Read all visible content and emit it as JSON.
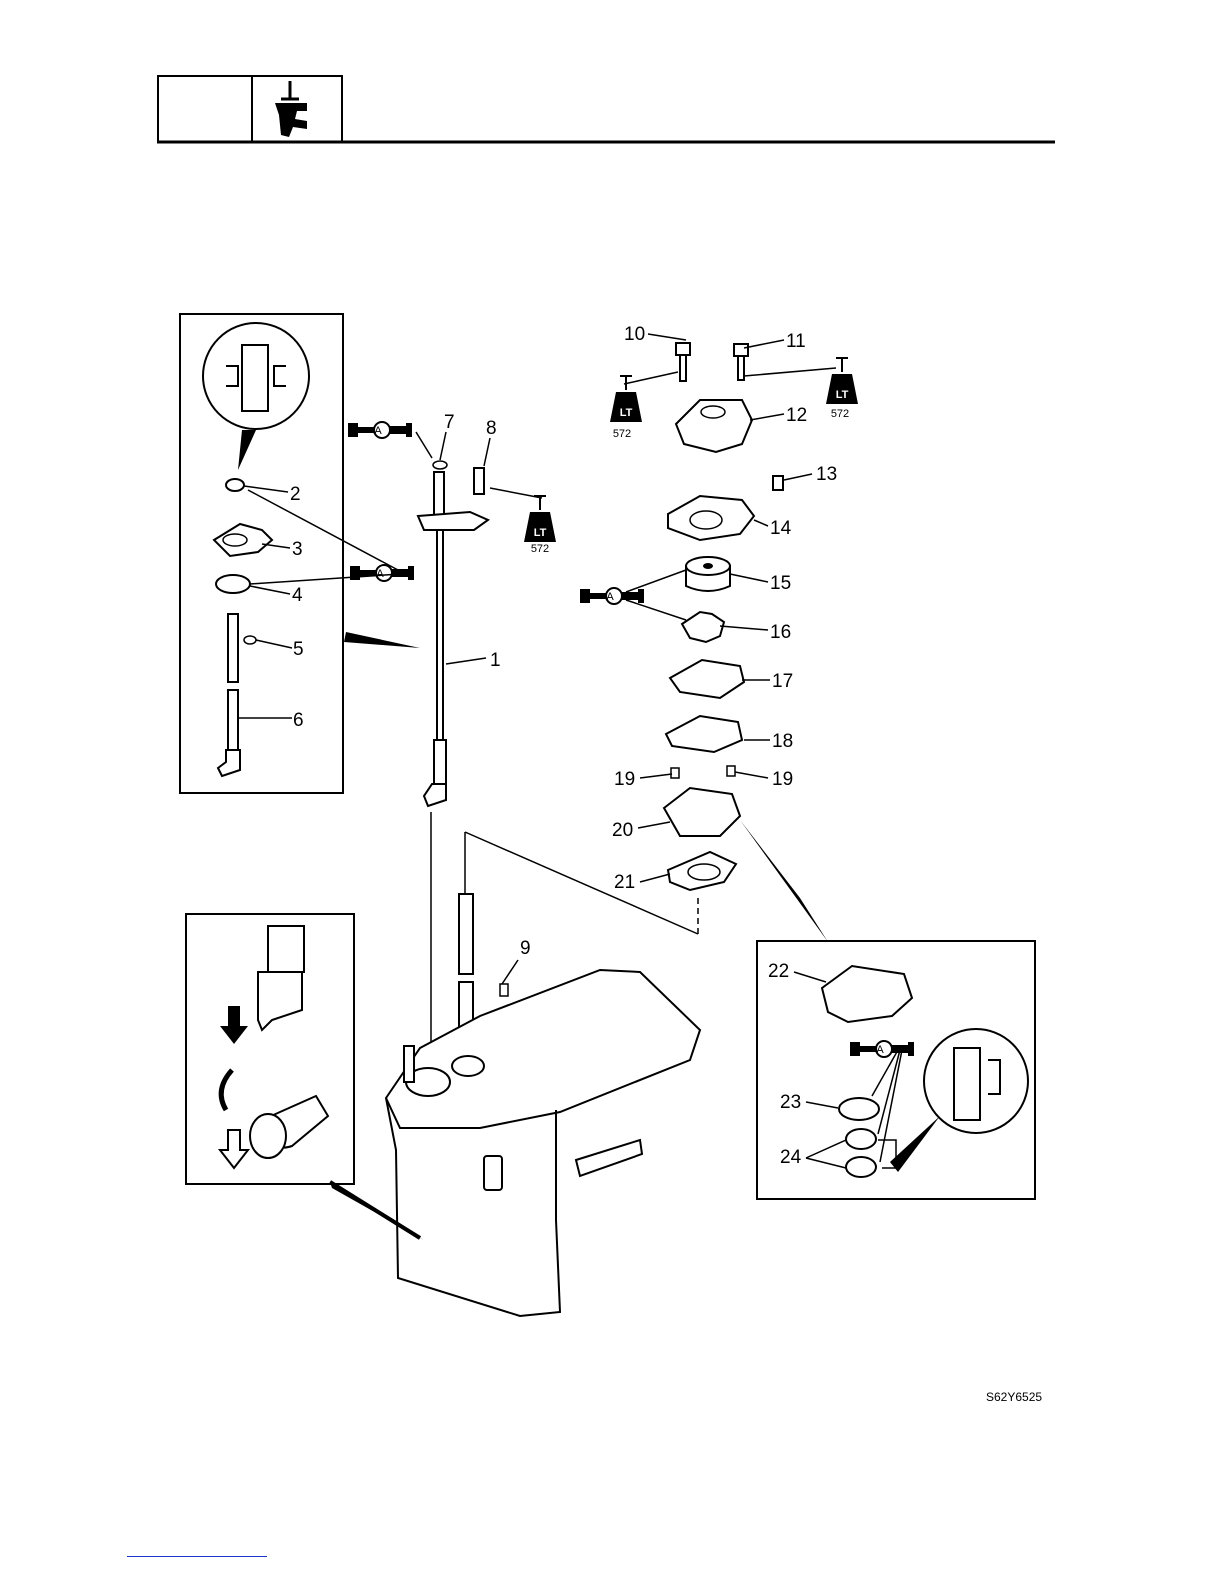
{
  "header": {
    "section_icon": "lower-unit-icon"
  },
  "callouts": {
    "c1": "1",
    "c2": "2",
    "c3": "3",
    "c4": "4",
    "c5": "5",
    "c6": "6",
    "c7": "7",
    "c8": "8",
    "c9": "9",
    "c10": "10",
    "c11": "11",
    "c12": "12",
    "c13": "13",
    "c14": "14",
    "c15": "15",
    "c16": "16",
    "c17": "17",
    "c18": "18",
    "c19a": "19",
    "c19b": "19",
    "c20": "20",
    "c21": "21",
    "c22": "22",
    "c23": "23",
    "c24": "24"
  },
  "symbols": {
    "grease_letter": "A",
    "loctite_letters": "LT",
    "loctite_number": "572"
  },
  "figure_code": "S62Y6525",
  "icons": [
    "grease-gun-icon",
    "loctite-bottle-icon",
    "arrow-down-icon",
    "rotate-icon"
  ],
  "colors": {
    "line": "#000000",
    "footer_rule": "#1a35c8"
  }
}
